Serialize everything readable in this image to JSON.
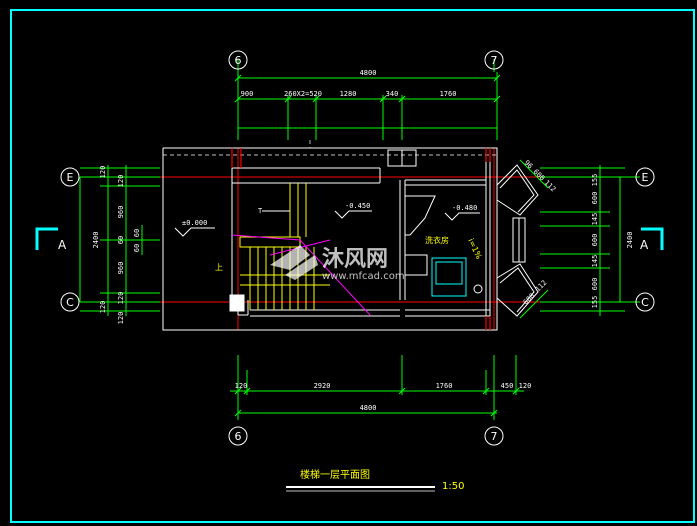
{
  "drawing": {
    "title": "楼梯一层平面图",
    "scale": "1:50",
    "section_mark": "A",
    "axes": {
      "top_left": "6",
      "top_right": "7",
      "bottom_left": "6",
      "bottom_right": "7",
      "left_top": "E",
      "left_bottom": "C",
      "right_top": "E",
      "right_bottom": "C"
    },
    "top_dims": {
      "overall": "4800",
      "segments": [
        "900",
        "260X2=520",
        "1280",
        "340",
        "1760"
      ]
    },
    "bottom_dims": {
      "overall": "4800",
      "segments": [
        "120",
        "2920",
        "1760",
        "450",
        "120"
      ]
    },
    "left_dims": {
      "overall": "2400",
      "outer": [
        "120",
        "120",
        "960",
        "60",
        "960",
        "120",
        "120"
      ],
      "inner": [
        "120",
        "60",
        "60"
      ]
    },
    "right_dims": {
      "overall": "2400",
      "segments": [
        "155",
        "600",
        "145",
        "600",
        "145",
        "600",
        "155"
      ]
    },
    "window_dims": [
      "96",
      "600",
      "112",
      "600",
      "112"
    ],
    "levels": [
      "±0.000",
      "-0.450",
      "-0.480"
    ],
    "labels": {
      "stair_up": "上",
      "washroom": "洗衣房",
      "slope": "i=1%",
      "T": "T"
    },
    "watermark": {
      "brand": "沐风网",
      "url": "www.mfcad.com"
    },
    "colors": {
      "background": "#000000",
      "frame": "#00ffff",
      "dimension": "#00ff00",
      "wall": "#ffffff",
      "axis_line": "#ff0000",
      "stair": "#ffff00",
      "hatch": "#ff00ff"
    }
  }
}
